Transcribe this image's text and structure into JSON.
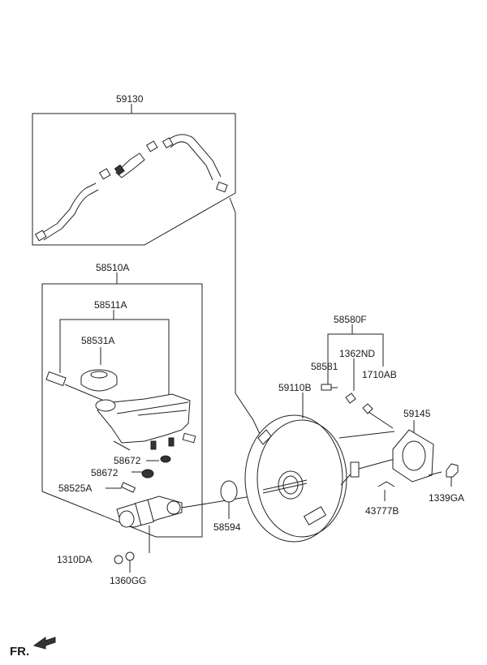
{
  "labels": {
    "l59130": "59130",
    "l58510A": "58510A",
    "l58511A": "58511A",
    "l58531A": "58531A",
    "l58580F": "58580F",
    "l58581": "58581",
    "l1362ND": "1362ND",
    "l1710AB": "1710AB",
    "l59110B": "59110B",
    "l59145": "59145",
    "l58672a": "58672",
    "l58672b": "58672",
    "l58525A": "58525A",
    "l58594": "58594",
    "l1339GA": "1339GA",
    "l43777B": "43777B",
    "l1310DA": "1310DA",
    "l1360GG": "1360GG",
    "fr": "FR."
  }
}
